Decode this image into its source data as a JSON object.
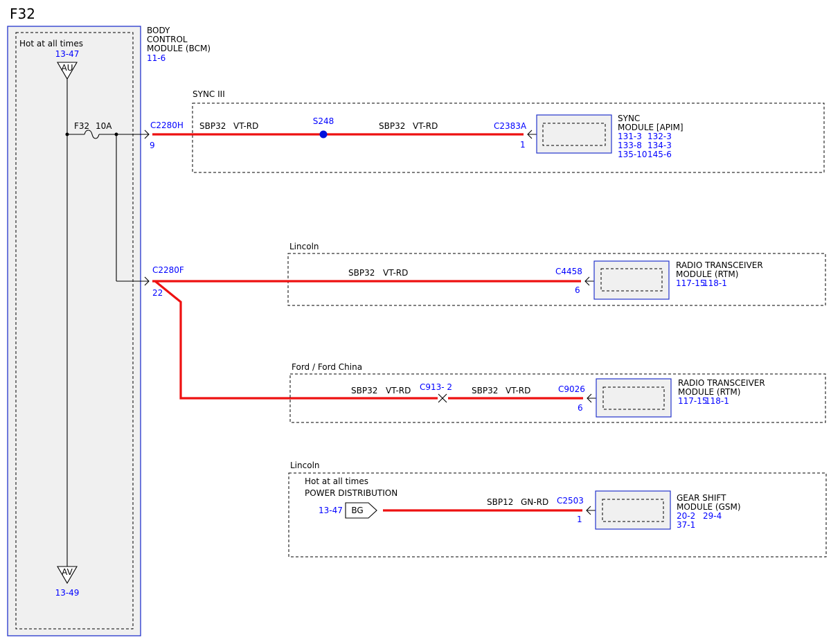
{
  "page": {
    "title": "F32"
  },
  "bcm": {
    "feed": "Hot at all times",
    "feed_ref": "13-47",
    "top_conn": "AU",
    "bottom_conn": "AV",
    "bottom_ref": "13-49",
    "fuse": "F32",
    "fuse_rating": "10A",
    "name_lines": [
      "BODY",
      "CONTROL",
      "MODULE (BCM)"
    ],
    "ref": "11-6"
  },
  "sync": {
    "group": "SYNC III",
    "bcm_conn": "C2280H",
    "bcm_pin": "9",
    "wire1_circuit": "SBP32",
    "wire1_color": "VT-RD",
    "splice": "S248",
    "wire2_circuit": "SBP32",
    "wire2_color": "VT-RD",
    "module_conn": "C2383A",
    "module_pin": "1",
    "module_name": [
      "SYNC",
      "MODULE [APIM]"
    ],
    "module_refs": [
      "131-3",
      "132-3",
      "133-8",
      "134-3",
      "135-10",
      "145-6"
    ]
  },
  "rtm_lincoln": {
    "group": "Lincoln",
    "bcm_conn": "C2280F",
    "bcm_pin": "22",
    "wire_circuit": "SBP32",
    "wire_color": "VT-RD",
    "module_conn": "C4458",
    "module_pin": "6",
    "module_name": [
      "RADIO TRANSCEIVER",
      "MODULE (RTM)"
    ],
    "module_refs": [
      "117-15",
      "118-1"
    ]
  },
  "rtm_ford": {
    "group": "Ford / Ford China",
    "wire1_circuit": "SBP32",
    "wire1_color": "VT-RD",
    "inline_conn": "C913- 2",
    "wire2_circuit": "SBP32",
    "wire2_color": "VT-RD",
    "module_conn": "C9026",
    "module_pin": "6",
    "module_name": [
      "RADIO TRANSCEIVER",
      "MODULE (RTM)"
    ],
    "module_refs": [
      "117-15",
      "118-1"
    ]
  },
  "gsm": {
    "group": "Lincoln",
    "feed": "Hot at all times",
    "source": "POWER DISTRIBUTION",
    "source_ref": "13-47",
    "source_conn": "BG",
    "wire_circuit": "SBP12",
    "wire_color": "GN-RD",
    "module_conn": "C2503",
    "module_pin": "1",
    "module_name": [
      "GEAR SHIFT",
      "MODULE (GSM)"
    ],
    "module_refs": [
      "20-2",
      "29-4",
      "37-1"
    ]
  }
}
